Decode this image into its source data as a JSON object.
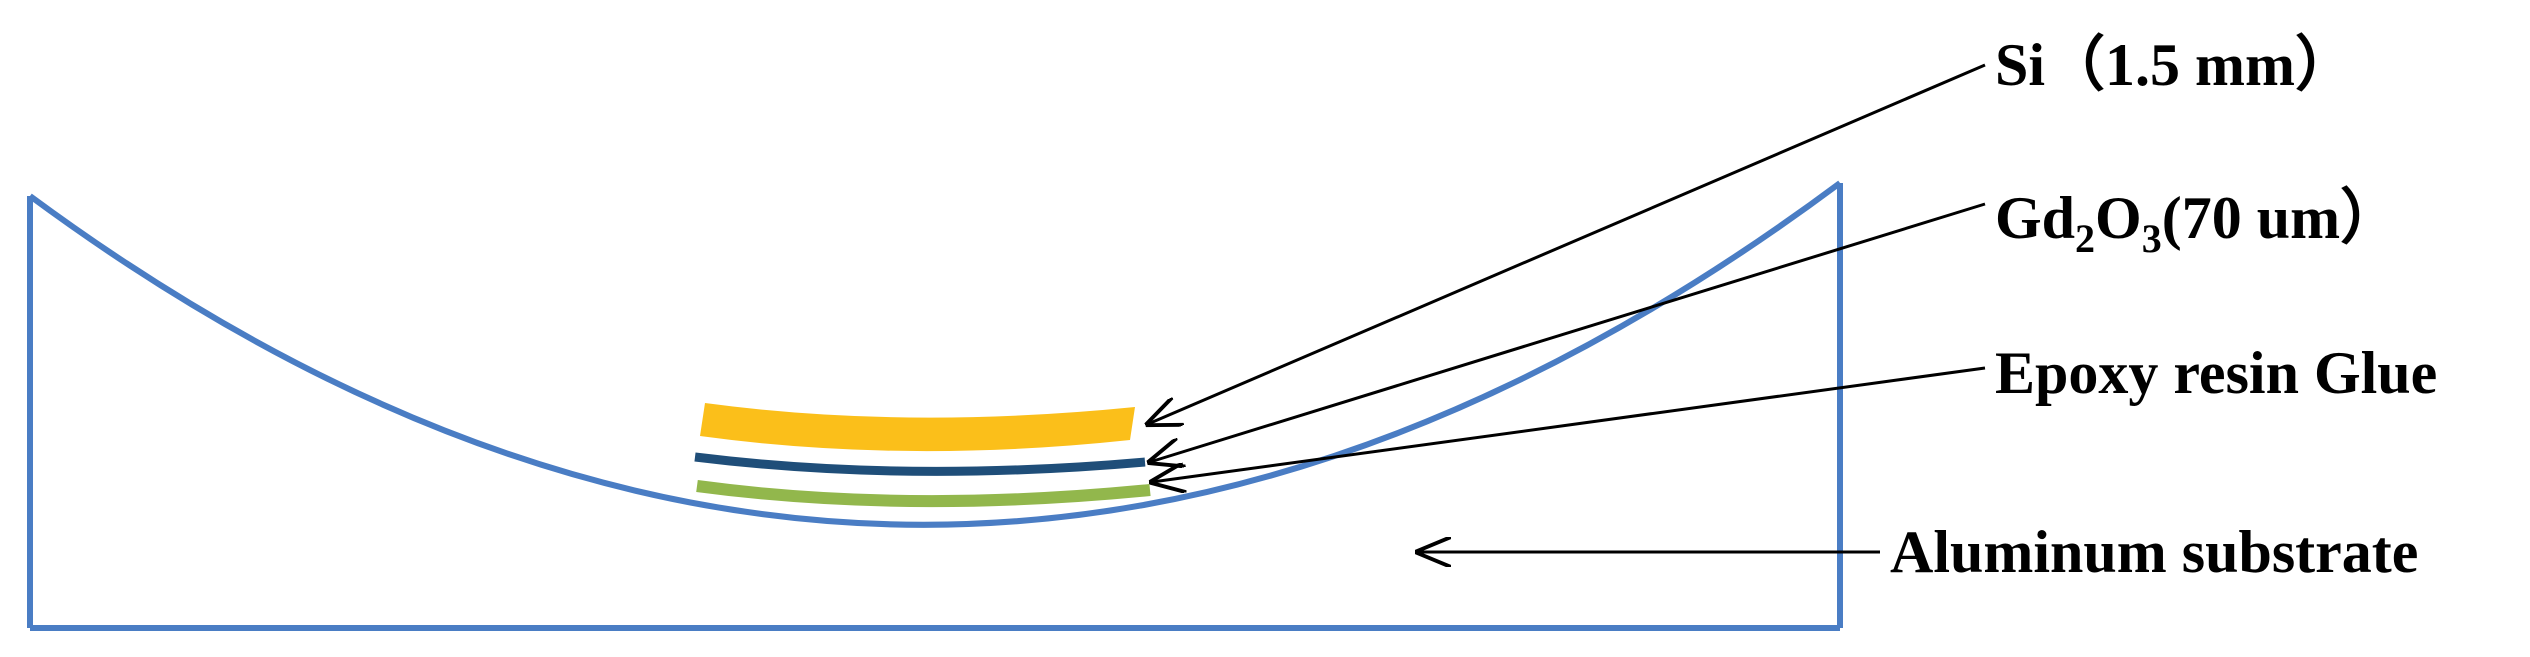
{
  "labels": {
    "si": "Si（1.5 mm）",
    "gd2o3": {
      "part1": "Gd",
      "sub1": "2",
      "part2": "O",
      "sub2": "3",
      "part3": "(70 um）"
    },
    "epoxy": "Epoxy resin Glue",
    "aluminum": "Aluminum substrate"
  },
  "colors": {
    "substrate_outline": "#4a7dc4",
    "si_layer": "#fbbf1a",
    "gd2o3_layer": "#1f4e79",
    "epoxy_layer": "#92b74c",
    "arrows": "#000000"
  }
}
